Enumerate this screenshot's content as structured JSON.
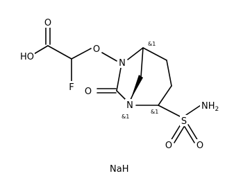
{
  "atoms": {
    "O_carbonyl": "O",
    "HO": "HO",
    "O_ether": "O",
    "F": "F",
    "N_upper": "N",
    "N_lower": "N",
    "O_urea": "O",
    "NH2": "NH2",
    "S": "S",
    "O_sulfonyl_1": "O",
    "O_sulfonyl_2": "O"
  },
  "stereo_labels": {
    "top_bridgehead": "&1",
    "bottom_bridgehead": "&1",
    "sulfonyl_carbon": "&1"
  },
  "counterion": "NaH"
}
